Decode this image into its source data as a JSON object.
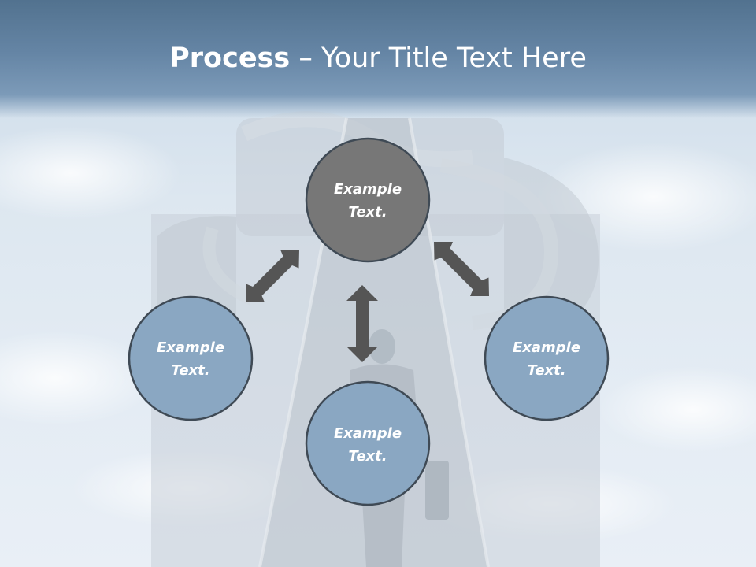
{
  "title": {
    "bold": "Process",
    "rest": " – Your Title Text Here"
  },
  "nodes": {
    "top": {
      "line1": "Example",
      "line2": "Text."
    },
    "left": {
      "line1": "Example",
      "line2": "Text."
    },
    "bottom": {
      "line1": "Example",
      "line2": "Text."
    },
    "right": {
      "line1": "Example",
      "line2": "Text."
    }
  },
  "colors": {
    "center_fill": "#777777",
    "outer_fill": "#8aa7c2",
    "node_stroke": "#3f4a55",
    "arrow": "#555555"
  }
}
